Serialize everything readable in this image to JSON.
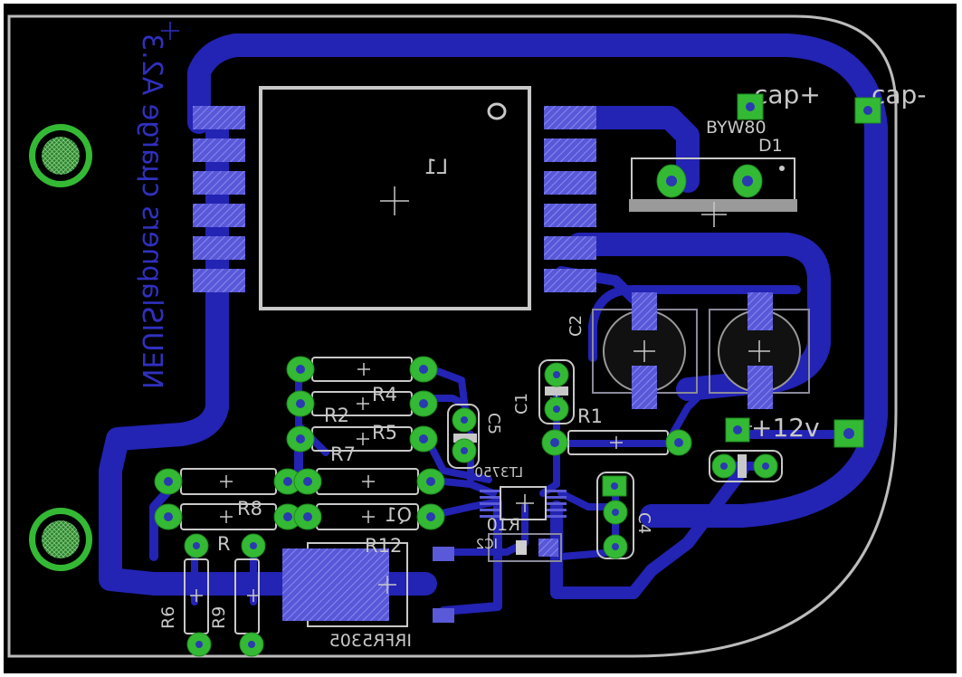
{
  "board_text": {
    "mirrored_title": "NEUISlapners cµarge A2.3"
  },
  "labels": {
    "cap_plus": "cap+",
    "cap_minus": "cap-",
    "diode_part": "BYW80",
    "diode_ref": "D1",
    "inductor_ref": "L1",
    "c2": "C2",
    "c1": "C1",
    "c5": "C5",
    "r4": "R4",
    "r2": "R2",
    "r5": "R5",
    "r7": "R7",
    "r1": "R1",
    "r8": "R8",
    "r3": "R",
    "r12": "R12",
    "q1": "Q1",
    "r10": "R10",
    "r6": "R6",
    "r9": "R9",
    "c4": "C4",
    "ic_part": "LT3750",
    "ic_ref": "IC2",
    "v12": "+12v",
    "mosfet_part": "IRFR5305"
  },
  "colors": {
    "background": "#000000",
    "copper": "#2323b4",
    "pad": "#6060e0",
    "via": "#34b934",
    "silkscreen": "#c8c8c8",
    "outline": "#bcbcbc"
  }
}
